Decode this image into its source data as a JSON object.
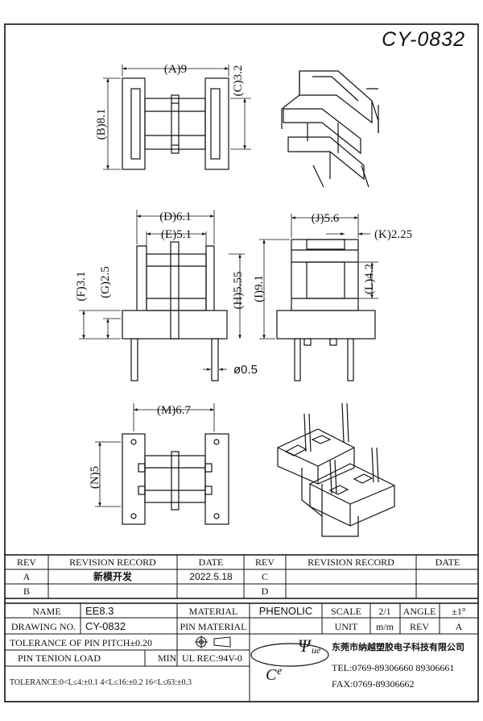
{
  "drawing_title": "CY-0832",
  "views": {
    "top_left": {
      "dim_a": "(A)9",
      "dim_b": "(B)8.1",
      "dim_c": "(C)3.2"
    },
    "front": {
      "dim_d": "(D)6.1",
      "dim_e": "(E)5.1",
      "dim_f": "(F)3.1",
      "dim_g": "(G)2.5",
      "dim_h": "(H)5.55",
      "dim_i": "(I)9.1",
      "pin_dia": "ø0.5"
    },
    "side": {
      "dim_j": "(J)5.6",
      "dim_k": "(K)2.25",
      "dim_l": "(L)4.2"
    },
    "bottom": {
      "dim_m": "(M)6.7",
      "dim_n": "(N)5"
    }
  },
  "revision_table": {
    "headers": {
      "rev": "REV",
      "record": "REVISION RECORD",
      "date": "DATE",
      "rev2": "REV",
      "record2": "REVISION RECORD",
      "date2": "DATE"
    },
    "rows": [
      {
        "rev": "A",
        "record": "新模开发",
        "date": "2022.5.18",
        "rev2": "C"
      },
      {
        "rev": "B",
        "record": "",
        "date": "",
        "rev2": "D"
      }
    ]
  },
  "title_block": {
    "name_label": "NAME",
    "name_value": "EE8.3",
    "material_label": "MATERIAL",
    "material_value": "PHENOLIC",
    "scale_label": "SCALE",
    "scale_value": "2/1",
    "angle_label": "ANGLE",
    "angle_value": "±1°",
    "drawing_no_label": "DRAWING NO.",
    "drawing_no_value": "CY-0832",
    "pin_material_label": "PIN MATERIAL",
    "unit_label": "UNIT",
    "unit_value": "m/m",
    "rev_label": "REV",
    "rev_value": "A",
    "tol_pitch": "TOLERANCE OF PIN PITCH±0.20",
    "tension_label": "PIN TENION LOAD",
    "tension_min": "MIN",
    "ul": "UL REC:94V-0",
    "company": "东莞市纳越塑胶电子科技有限公司",
    "tel": "TEL:0769-89306660 89306661",
    "fax": "FAX:0769-89306662",
    "tolerance": "TOLERANCE:0<L≤4:±0.1  4<L≤16:±0.2  16<L≤63:±0.3",
    "logo_letters": [
      "C",
      "e",
      "Ψ",
      "ue"
    ]
  }
}
